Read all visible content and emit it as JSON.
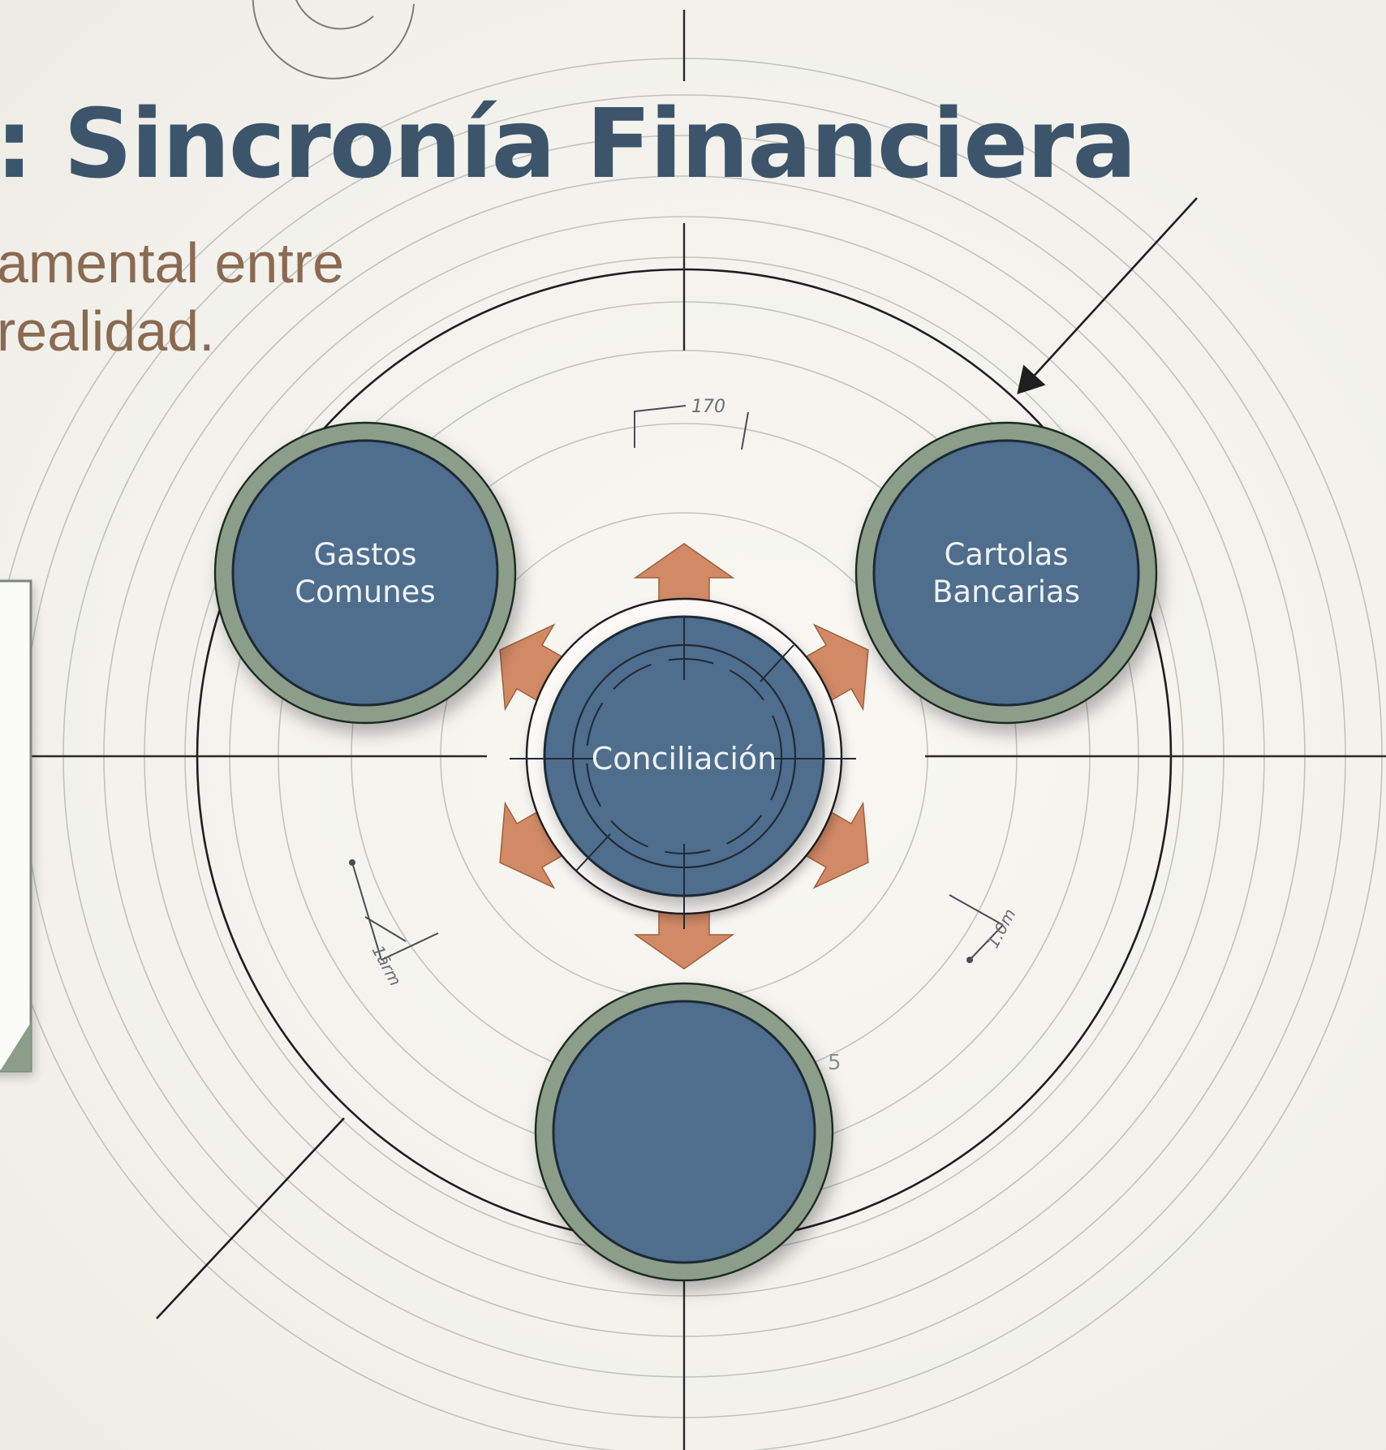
{
  "header": {
    "title": ": Sincronía Financiera",
    "subtitle_line1": "amental entre",
    "subtitle_line2": "realidad."
  },
  "diagram": {
    "center_node": {
      "label": "Conciliación"
    },
    "nodes": [
      {
        "id": "gastos",
        "lines": [
          "Gastos",
          "Comunes"
        ]
      },
      {
        "id": "cartolas",
        "lines": [
          "Cartolas",
          "Bancarias"
        ]
      },
      {
        "id": "bottom",
        "lines": []
      }
    ],
    "dimension_labels": {
      "top": "170",
      "left": "1ārm",
      "right": "1.0m"
    },
    "page_number": "5"
  },
  "colors": {
    "title": "#3c556b",
    "subtitle": "#8a6a52",
    "node_fill": "#4f6d8c",
    "node_ring": "#8a9e8a",
    "arrow": "#d28a66",
    "line": "#2b2b2b"
  }
}
